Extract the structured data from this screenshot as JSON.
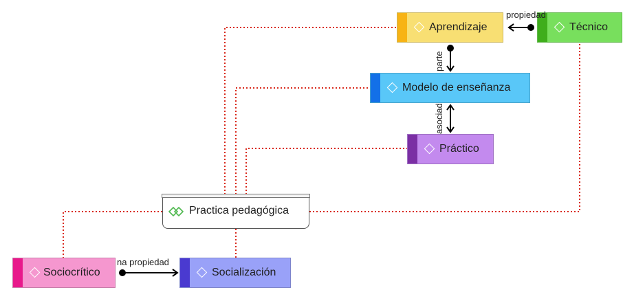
{
  "nodes": {
    "aprendizaje": {
      "label": "Aprendizaje",
      "fill": "#f8df73",
      "accent": "#f7b315"
    },
    "tecnico": {
      "label": "Técnico",
      "fill": "#78df5d",
      "accent": "#3fae1c"
    },
    "modelo": {
      "label": "Modelo de enseñanza",
      "fill": "#59c7f8",
      "accent": "#1370e8"
    },
    "practico": {
      "label": "Práctico",
      "fill": "#c38aee",
      "accent": "#7b2fa4"
    },
    "main": {
      "label": "Practica pedagógica",
      "icon": "double-diamond-icon",
      "icon_color": "#4fb84f"
    },
    "sociocritico": {
      "label": "Sociocrítico",
      "fill": "#f597cf",
      "accent": "#e8198b"
    },
    "socializacion": {
      "label": "Socialización",
      "fill": "#99a1f8",
      "accent": "#4a3ad0"
    }
  },
  "edge_labels": {
    "tecnico_aprendizaje": "propiedad",
    "aprendizaje_modelo": "parte",
    "modelo_practico": "asociad",
    "sociocritico_socializacion": "na propiedad"
  },
  "colors": {
    "dotted_link": "#d9291c",
    "arrow": "#000000"
  }
}
